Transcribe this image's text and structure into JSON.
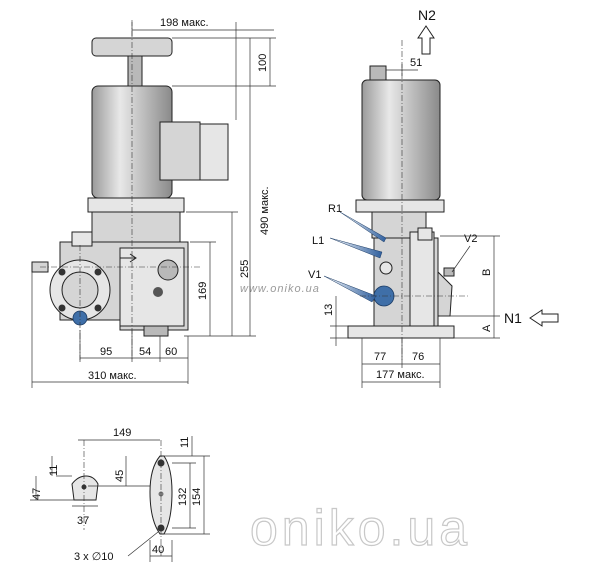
{
  "dimensions": {
    "d198": "198 макс.",
    "d100": "100",
    "d490": "490 макс.",
    "d255": "255",
    "d169": "169",
    "d95": "95",
    "d54": "54",
    "d60": "60",
    "d310": "310 макс.",
    "d51": "51",
    "d13": "13",
    "d77": "77",
    "d76": "76",
    "d177": "177 макс.",
    "d149": "149",
    "d11a": "11",
    "d11b": "11",
    "d45": "45",
    "d47": "47",
    "d37": "37",
    "d132": "132",
    "d154": "154",
    "d40": "40",
    "holes": "3 x ∅10"
  },
  "labels": {
    "n2": "N2",
    "n1": "N1",
    "r1": "R1",
    "l1": "L1",
    "v1": "V1",
    "v2": "V2",
    "b": "B",
    "a": "A"
  },
  "watermark": {
    "main": "oniko.ua",
    "small": "www.oniko.ua"
  },
  "colors": {
    "body": "#d5d5d5",
    "accent": "#3f6fa8"
  }
}
